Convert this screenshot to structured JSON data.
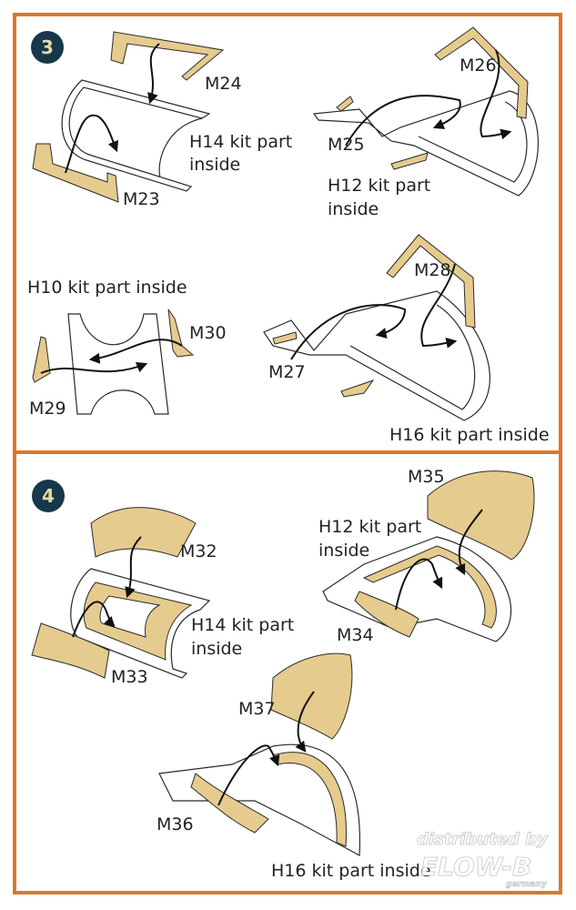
{
  "colors": {
    "frame": "#d9782a",
    "decal": "#e6cb8e",
    "badge": "#17374a"
  },
  "step3": {
    "number": "3",
    "labels": {
      "m24": "M24",
      "m23": "M23",
      "h14_line1": "H14 kit part",
      "h14_line2": "inside",
      "m26": "M26",
      "m25": "M25",
      "h12_line1": "H12 kit part",
      "h12_line2": "inside",
      "h10": "H10 kit part inside",
      "m30": "M30",
      "m29": "M29",
      "m28": "M28",
      "m27": "M27",
      "h16": "H16 kit part inside"
    }
  },
  "step4": {
    "number": "4",
    "labels": {
      "m32": "M32",
      "m33": "M33",
      "h14_line1": "H14 kit part",
      "h14_line2": "inside",
      "m35": "M35",
      "h12_line1": "H12 kit part",
      "h12_line2": "inside",
      "m34": "M34",
      "m37": "M37",
      "m36": "M36",
      "h16": "H16 kit part inside"
    }
  },
  "watermark": {
    "line1": "distributed by",
    "line2": "ELOW-B",
    "line3": "germany"
  }
}
